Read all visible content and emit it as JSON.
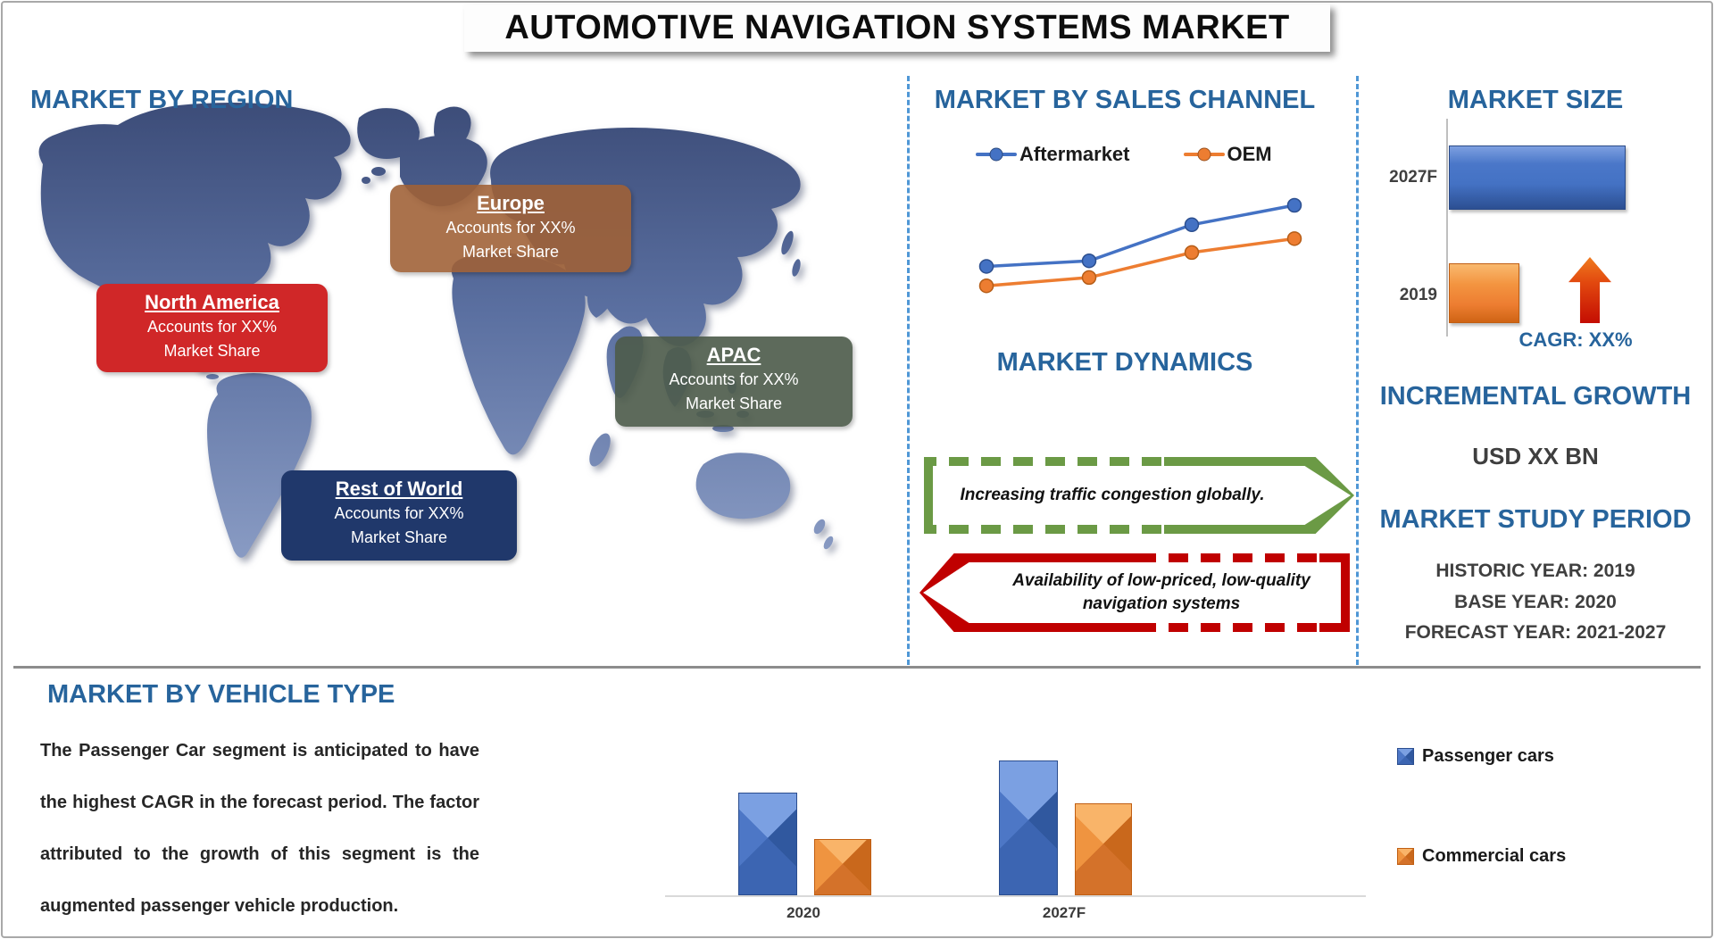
{
  "title": "AUTOMOTIVE NAVIGATION SYSTEMS MARKET",
  "colors": {
    "heading_blue": "#27649c",
    "divider_blue": "#4f97d6",
    "driver_green": "#6b9a45",
    "restraint_red": "#c00000",
    "series_blue": "#4472c4",
    "series_orange": "#ed7d31",
    "map_blue_mid": "#5a6fa0"
  },
  "region": {
    "heading": "MARKET BY REGION",
    "callouts": [
      {
        "name": "Europe",
        "line1": "Accounts for XX%",
        "line2": "Market Share",
        "color": "#a06136e3"
      },
      {
        "name": "North America",
        "line1": "Accounts for XX%",
        "line2": "Market Share",
        "color": "#d02728"
      },
      {
        "name": "APAC",
        "line1": "Accounts for XX%",
        "line2": "Market Share",
        "color": "#4d5b4be8"
      },
      {
        "name": "Rest of World",
        "line1": "Accounts for XX%",
        "line2": "Market Share",
        "color": "#20386b"
      }
    ]
  },
  "sales_channel": {
    "heading": "MARKET BY SALES CHANNEL"
  },
  "dynamics": {
    "heading": "MARKET DYNAMICS",
    "driver": "Increasing traffic congestion globally.",
    "restraint_line1": "Availability of low-priced, low-quality",
    "restraint_line2": "navigation systems"
  },
  "market_size": {
    "heading": "MARKET SIZE",
    "cagr_label": "CAGR: XX%"
  },
  "incremental_growth": {
    "heading": "INCREMENTAL GROWTH",
    "value": "USD XX BN"
  },
  "study_period": {
    "heading": "MARKET STUDY PERIOD",
    "lines": [
      "HISTORIC YEAR: 2019",
      "BASE YEAR: 2020",
      "FORECAST YEAR: 2021-2027"
    ]
  },
  "vehicle_type": {
    "heading": "MARKET BY VEHICLE TYPE",
    "paragraph": "The Passenger Car segment is anticipated to have the highest CAGR in the forecast period. The factor attributed to the growth of this segment is the augmented passenger vehicle production."
  },
  "chart_data": [
    {
      "id": "sales_channel_line",
      "type": "line",
      "title": "MARKET BY SALES CHANNEL",
      "x": [
        1,
        2,
        3,
        4
      ],
      "x_tick_labels_shown": false,
      "series": [
        {
          "name": "Aftermarket",
          "color": "#4472c4",
          "values": [
            39,
            41,
            54,
            61
          ]
        },
        {
          "name": "OEM",
          "color": "#ed7d31",
          "values": [
            32,
            35,
            44,
            49
          ]
        }
      ],
      "ylim": [
        25,
        70
      ],
      "grid": false,
      "legend_position": "top",
      "note": "axes and numeric values hidden in source (XX placeholders); values are relative estimates"
    },
    {
      "id": "market_size_bars",
      "type": "bar",
      "title": "MARKET SIZE",
      "orientation": "horizontal",
      "categories": [
        "2027F",
        "2019"
      ],
      "values": [
        100,
        40
      ],
      "colors": [
        "#4472c4",
        "#ed7d31"
      ],
      "xlim": [
        0,
        105
      ],
      "annotation": "CAGR: XX%",
      "note": "no numeric axis shown; bar lengths are relative estimates"
    },
    {
      "id": "vehicle_type_bars",
      "type": "bar",
      "title": "MARKET BY VEHICLE TYPE",
      "categories": [
        "2020",
        "2027F"
      ],
      "series": [
        {
          "name": "Passenger cars",
          "color": "#4472c4",
          "values": [
            76,
            100
          ]
        },
        {
          "name": "Commercial cars",
          "color": "#ed7d31",
          "values": [
            42,
            68
          ]
        }
      ],
      "ylim": [
        0,
        105
      ],
      "legend_position": "right",
      "note": "no numeric axis shown; bar heights are relative estimates"
    }
  ]
}
